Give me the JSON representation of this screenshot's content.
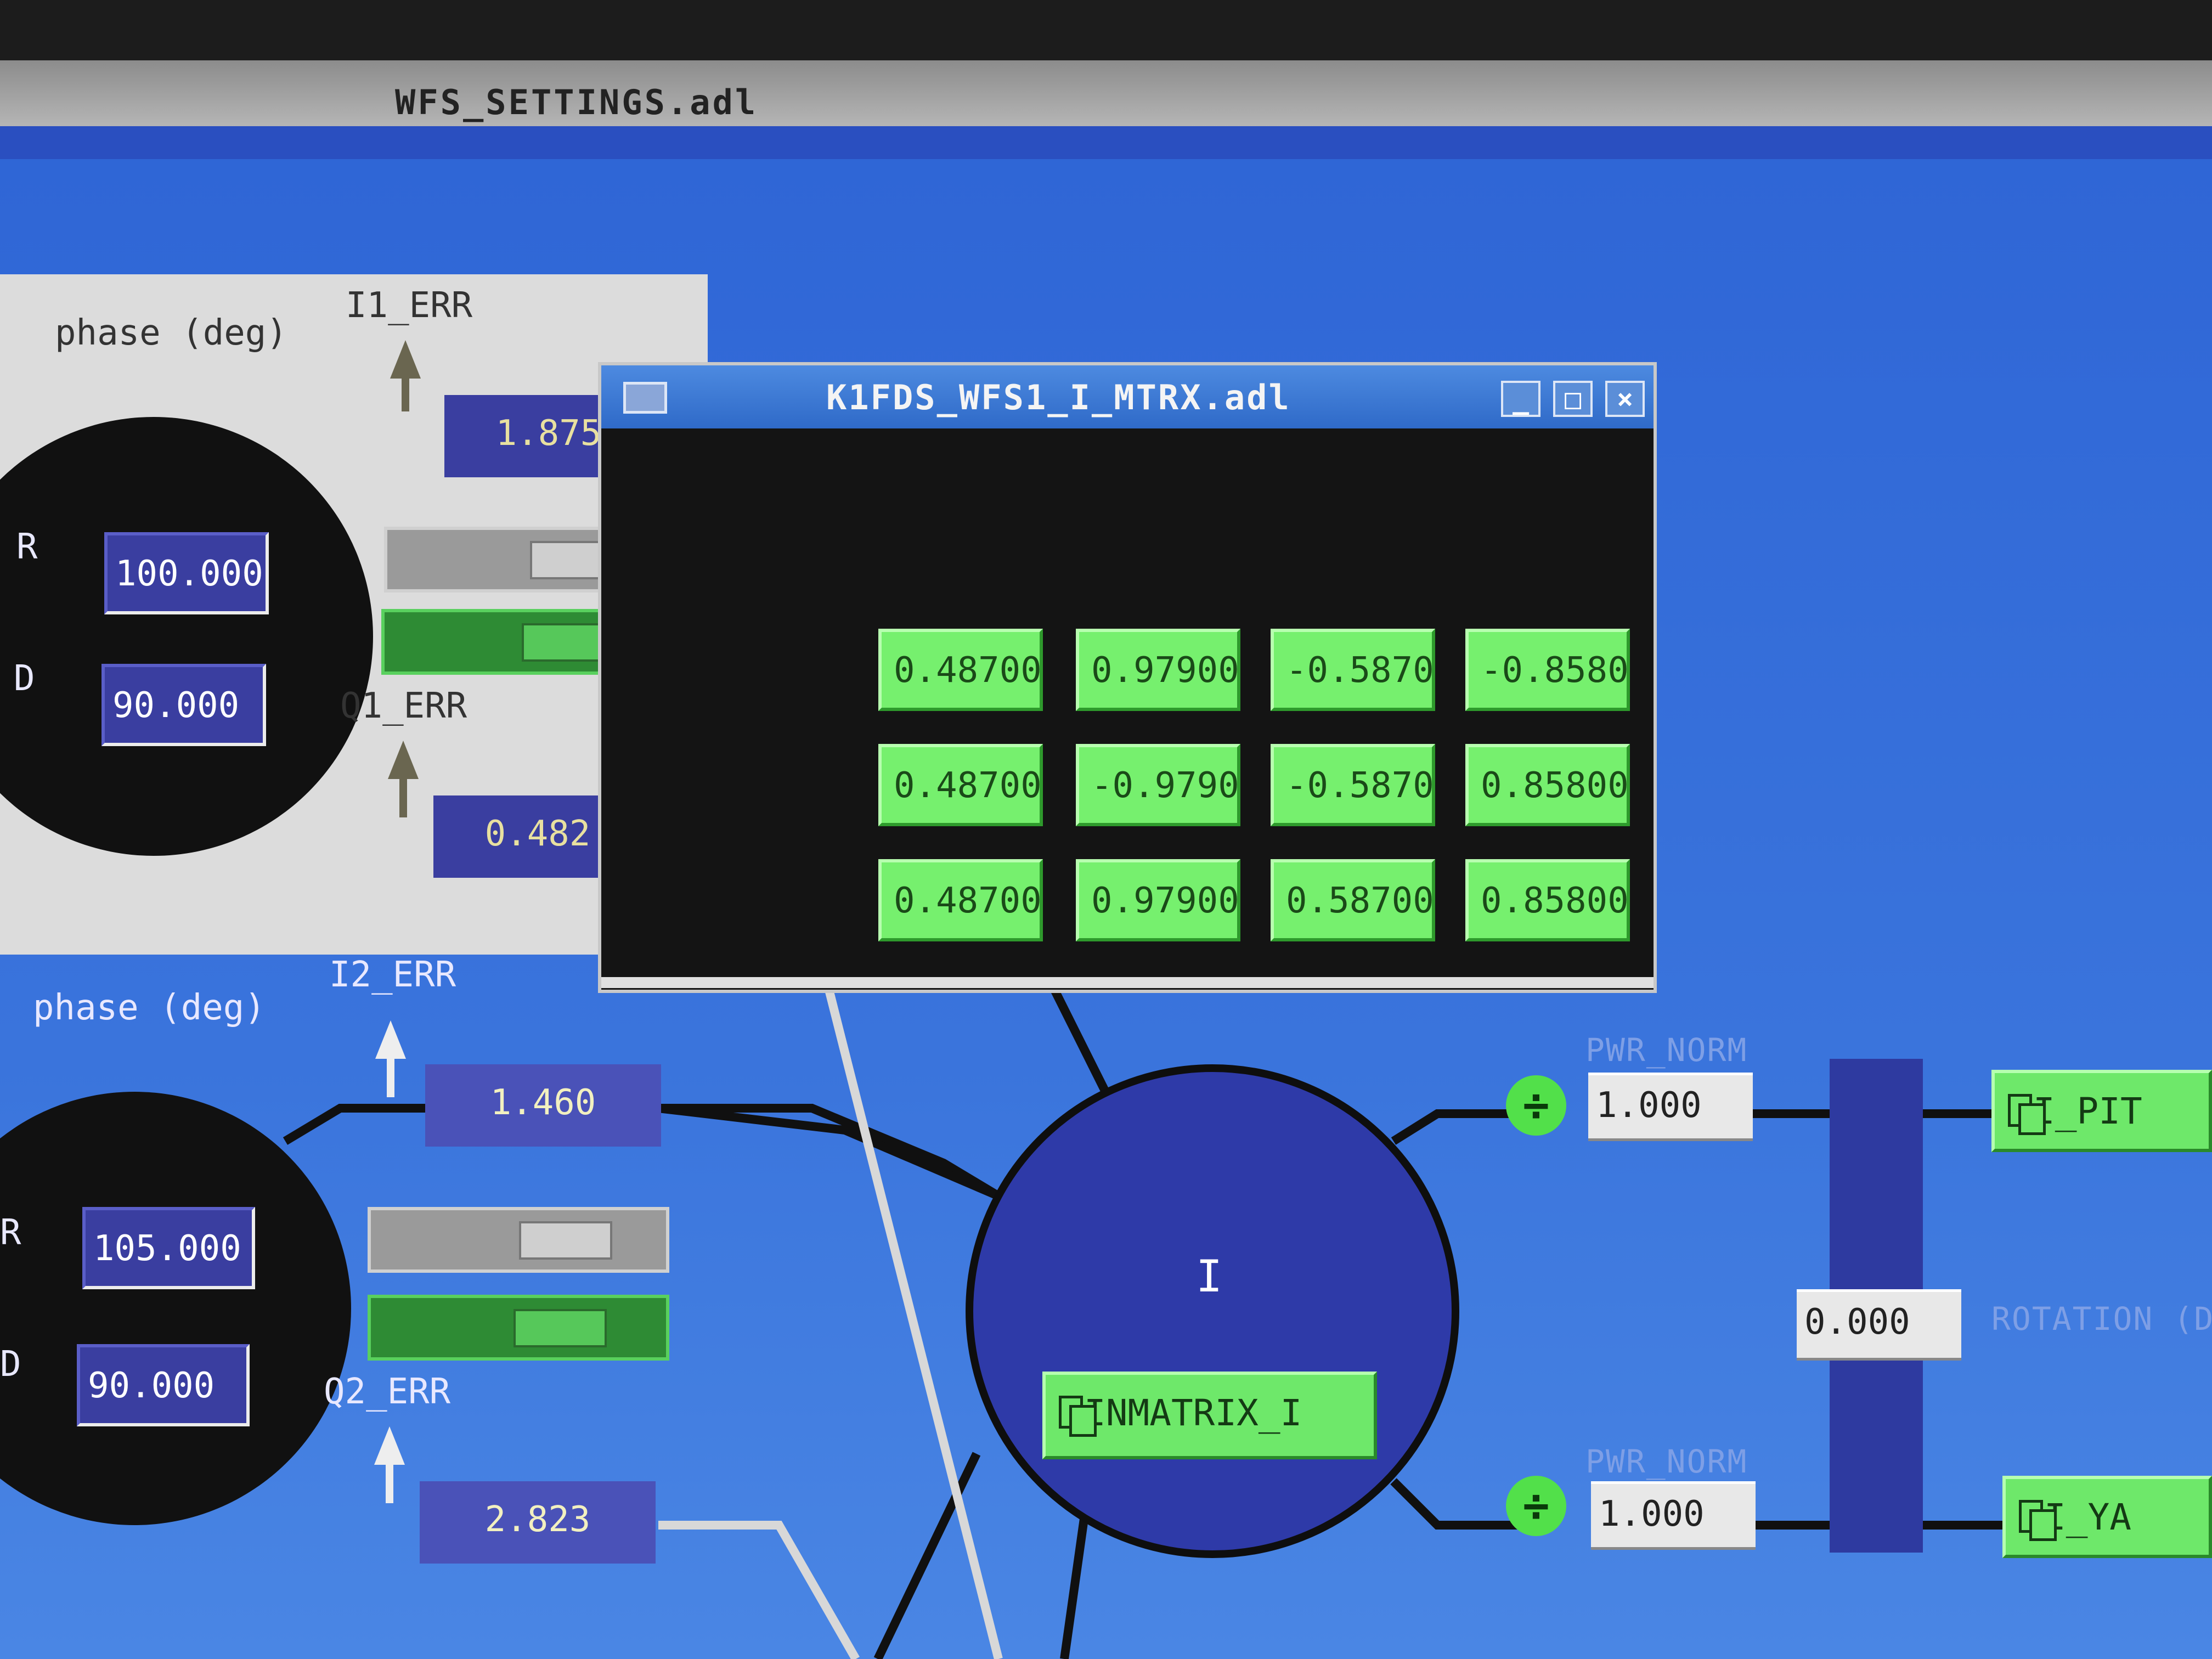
{
  "main_window": {
    "title": "WFS_SETTINGS.adl"
  },
  "quadrant_1": {
    "phase_label": "phase (deg)",
    "i_err_label": "I1_ERR",
    "i_err_value": "1.875",
    "q_err_label": "Q1_ERR",
    "q_err_value": "0.482",
    "r_label": "R",
    "r_value": "100.000",
    "d_label": "D",
    "d_value": "90.000"
  },
  "quadrant_2": {
    "phase_label": "phase (deg)",
    "i_err_label": "I2_ERR",
    "i_err_value": "1.460",
    "q_err_label": "Q2_ERR",
    "q_err_value": "2.823",
    "r_label": "R",
    "r_value": "105.000",
    "d_label": "D",
    "d_value": "90.000"
  },
  "matrix_node": {
    "label": "I",
    "button_label": "INMATRIX_I"
  },
  "outputs": {
    "pwr_norm_label_top": "PWR_NORM",
    "pwr_norm_value_top": "1.000",
    "pwr_norm_label_bottom": "PWR_NORM",
    "pwr_norm_value_bottom": "1.000",
    "rotation_value": "0.000",
    "rotation_label": "ROTATION (DE",
    "pit_button": "I_PIT",
    "yaw_button": "I_YA"
  },
  "matrix_window": {
    "title": "K1FDS_WFS1_I_MTRX.adl",
    "rows": [
      [
        "0.48700",
        "0.97900",
        "-0.5870",
        "-0.8580"
      ],
      [
        "0.48700",
        "-0.9790",
        "-0.5870",
        "0.85800"
      ],
      [
        "0.48700",
        "0.97900",
        "0.58700",
        "0.85800"
      ]
    ]
  },
  "colors": {
    "canvas_blue": "#3a74dc",
    "panel_grey": "#dcdcdc",
    "readout_navy": "#3a3ea0",
    "matrix_green": "#76f06e",
    "window_titlebar": "#2f6ac8"
  }
}
